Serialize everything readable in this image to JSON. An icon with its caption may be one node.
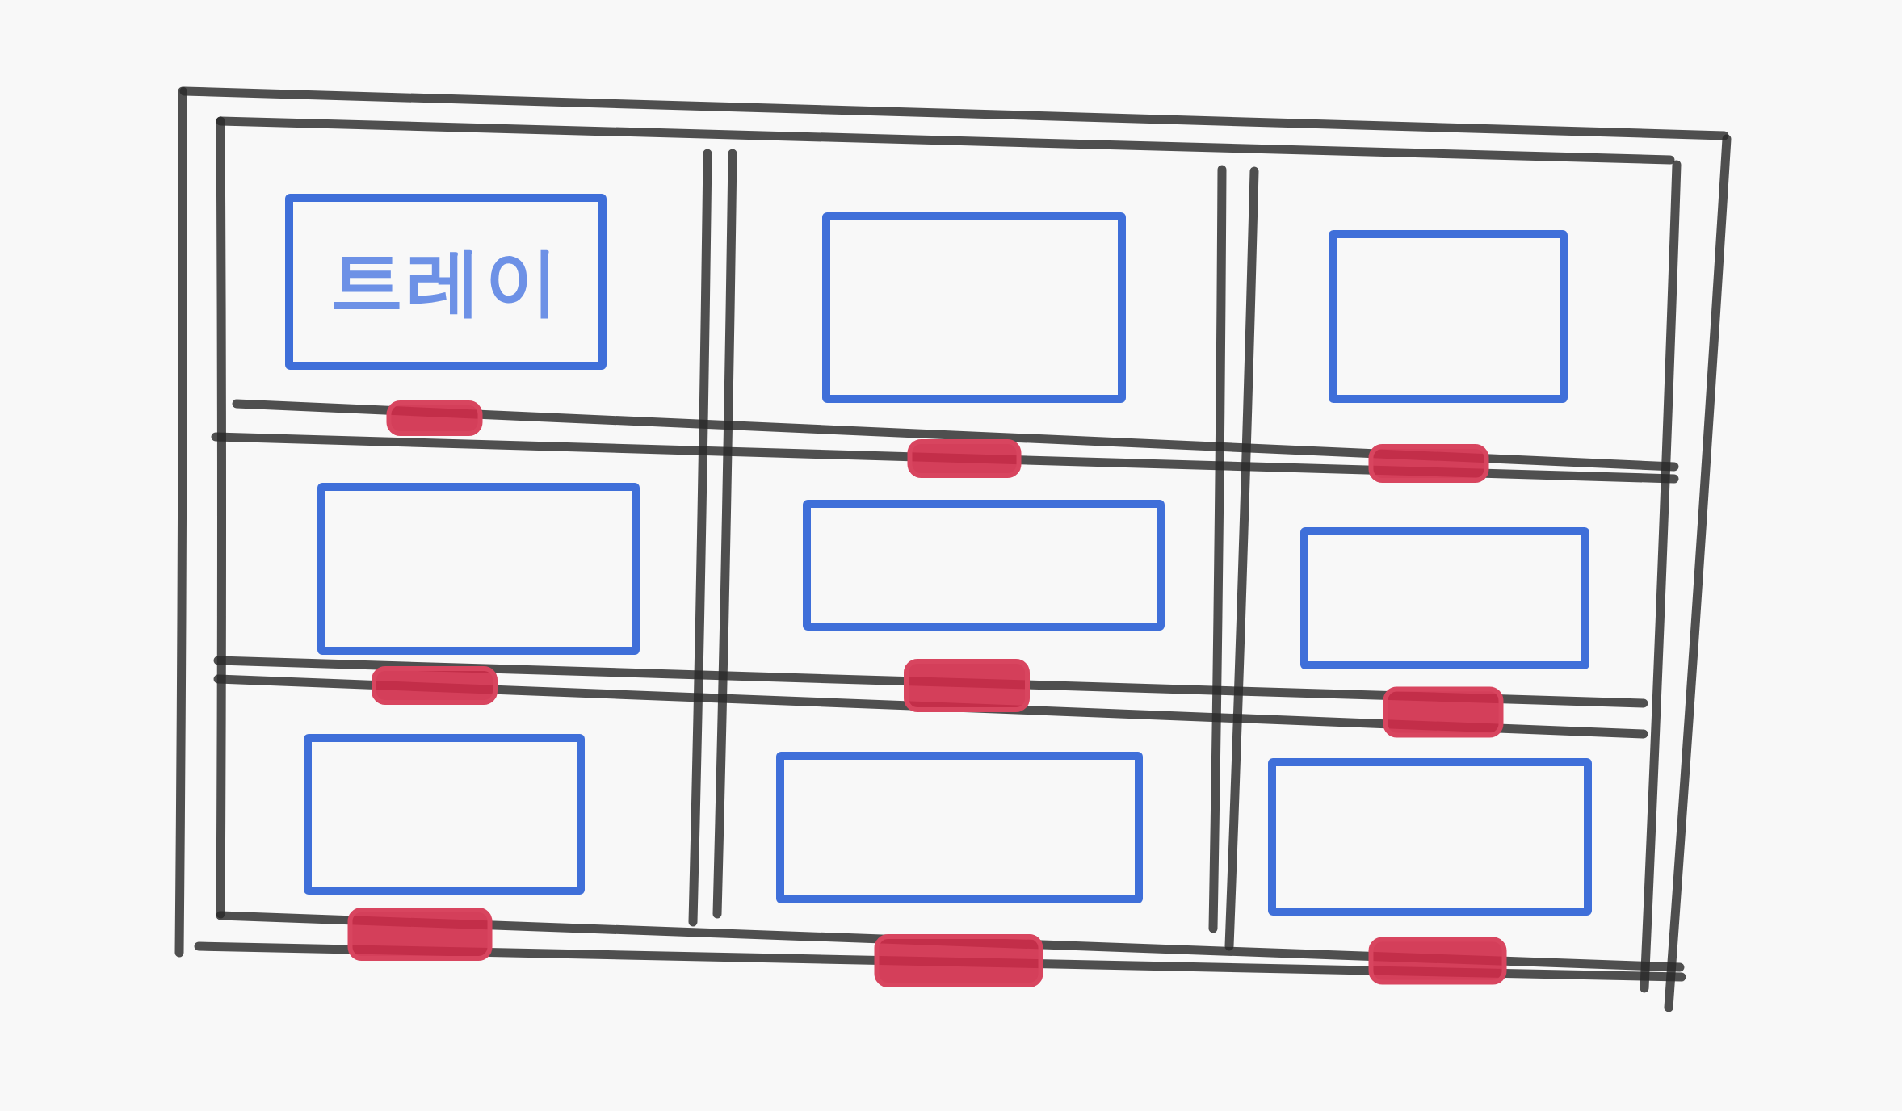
{
  "diagram": {
    "nodes": [
      {
        "text": [
          "트레이"
        ]
      },
      {
        "text": [],
        "shape": "box"
      },
      {
        "text": [],
        "shape": "box"
      },
      {
        "text": [],
        "shape": "box"
      },
      {
        "text": [],
        "shape": "box"
      },
      {
        "text": [],
        "shape": "box"
      },
      {
        "text": [],
        "shape": "box"
      },
      {
        "text": [],
        "shape": "box"
      },
      {
        "text": [],
        "shape": "box"
      }
    ]
  }
}
